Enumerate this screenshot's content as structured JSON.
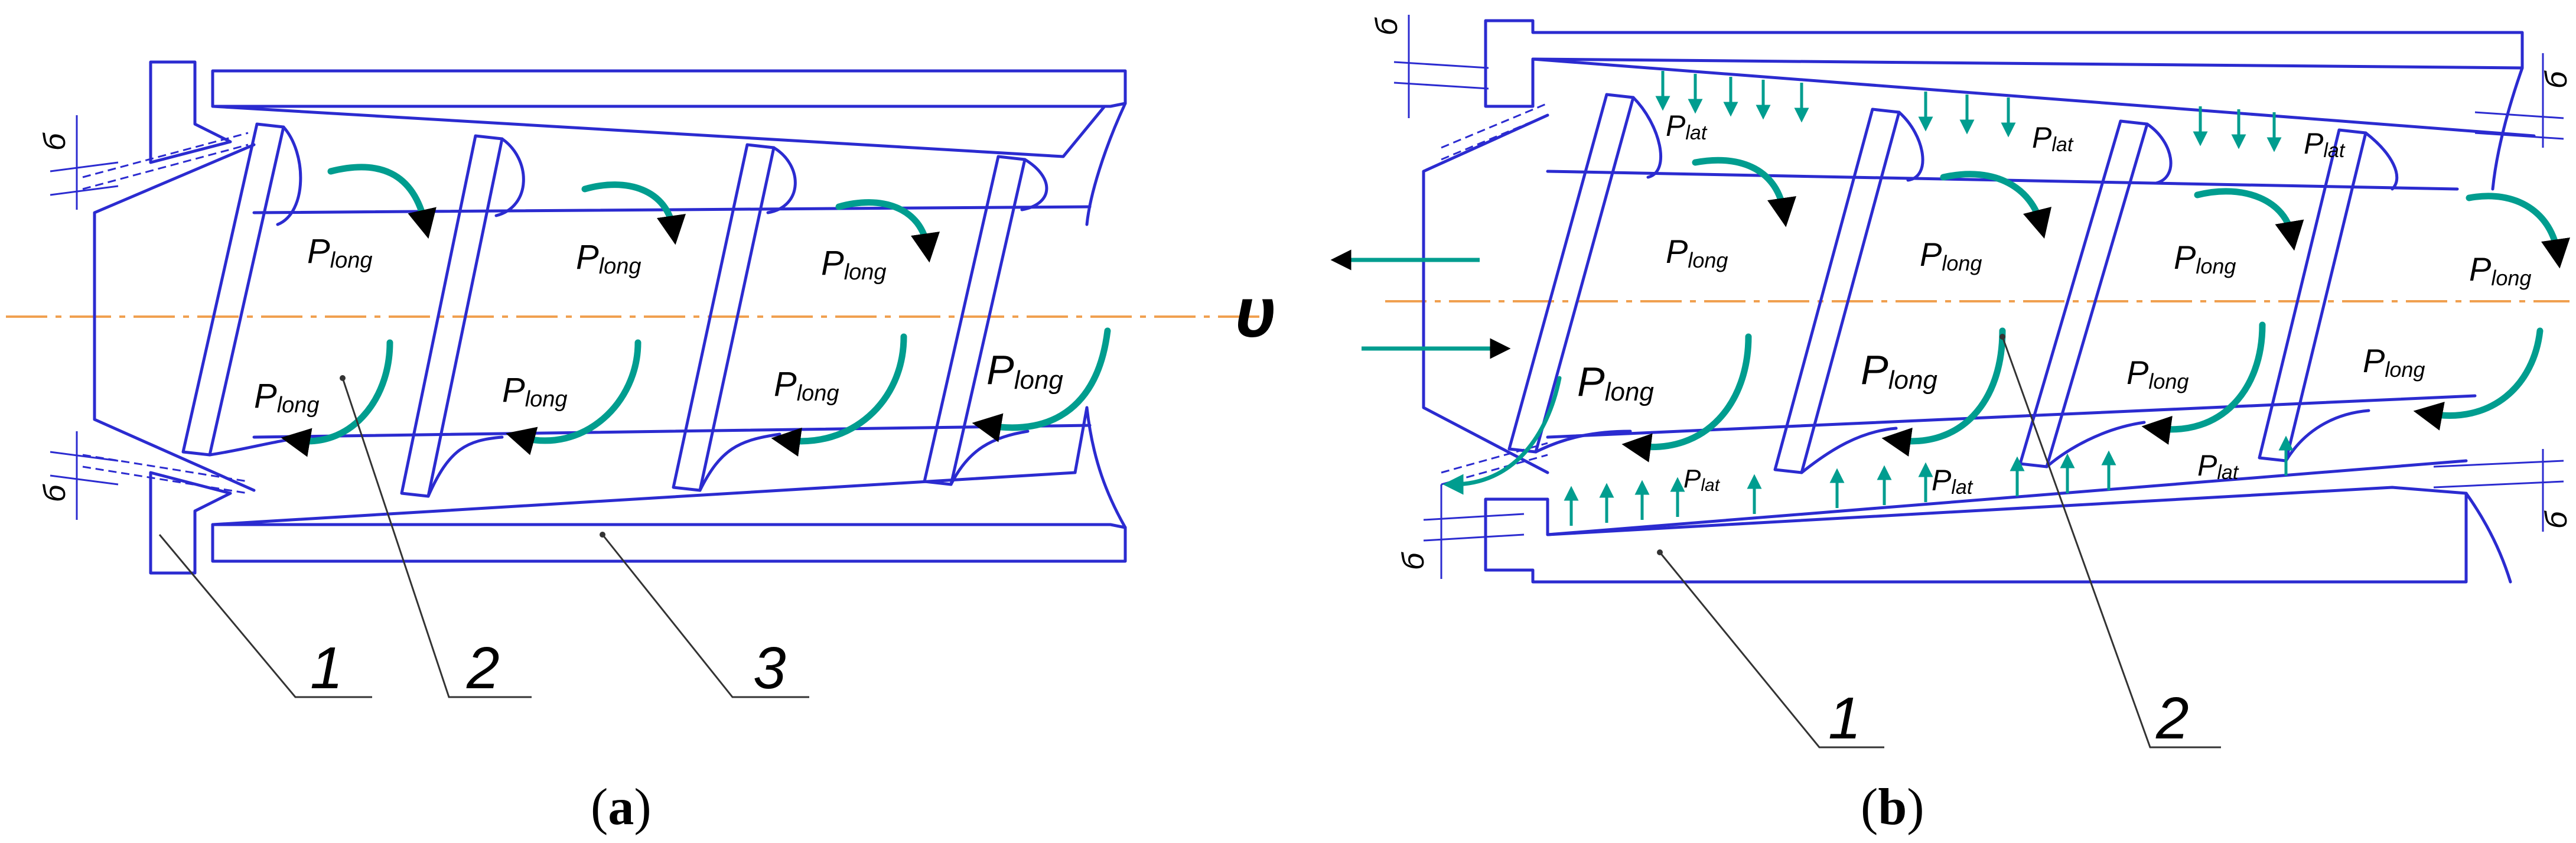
{
  "panel_a": {
    "caption_open": "(",
    "caption_letter": "a",
    "caption_close": ")",
    "gap_symbol": "б",
    "labels": {
      "p_long": "P",
      "p_long_sub": "long"
    },
    "part_numbers": [
      "1",
      "2",
      "3"
    ]
  },
  "panel_b": {
    "caption_open": "(",
    "caption_letter": "b",
    "caption_close": ")",
    "gap_symbol": "б",
    "velocity_symbol": "υ",
    "labels": {
      "p_long": "P",
      "p_long_sub": "long",
      "p_lat": "P",
      "p_lat_sub": "lat"
    },
    "part_numbers": [
      "1",
      "2"
    ]
  },
  "colors": {
    "outline": "#2b2bd0",
    "flow_arrow": "#009d8f",
    "axis": "#f0a050",
    "hatch": "#2b2bd0"
  }
}
